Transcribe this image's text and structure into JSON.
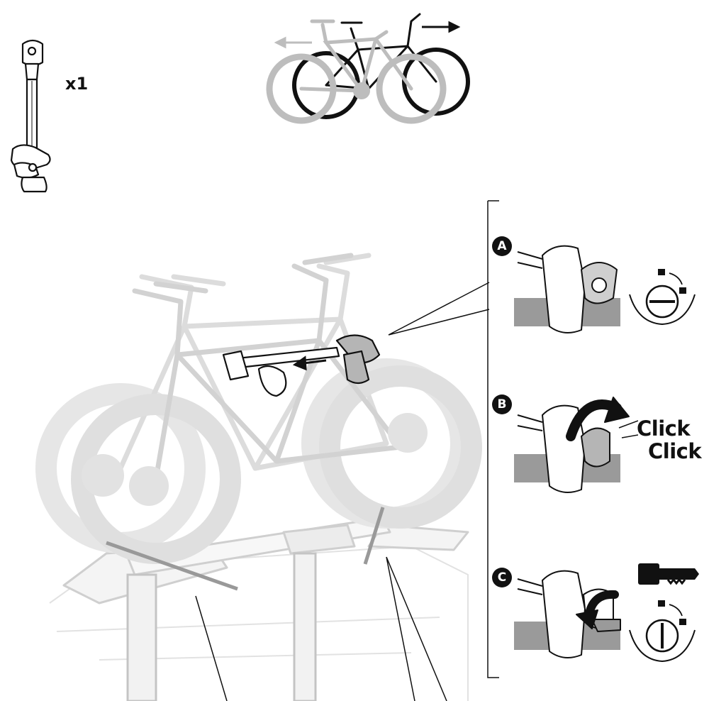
{
  "parts": {
    "quantity_label": "x1"
  },
  "steps": {
    "a": {
      "badge": "A"
    },
    "b": {
      "badge": "B",
      "sound_1": "Click",
      "sound_2": "Click"
    },
    "c": {
      "badge": "C"
    }
  },
  "icons": [
    "bike-arm-part-icon",
    "bike-swap-direction-icon",
    "lock-closed-icon",
    "lock-open-icon",
    "key-icon",
    "rotate-arrow-icon"
  ],
  "colors": {
    "ink": "#111111",
    "ghost_gray": "#d9d9d9",
    "line_gray": "#bdbdbd",
    "part_gray": "#9a9a9a"
  }
}
